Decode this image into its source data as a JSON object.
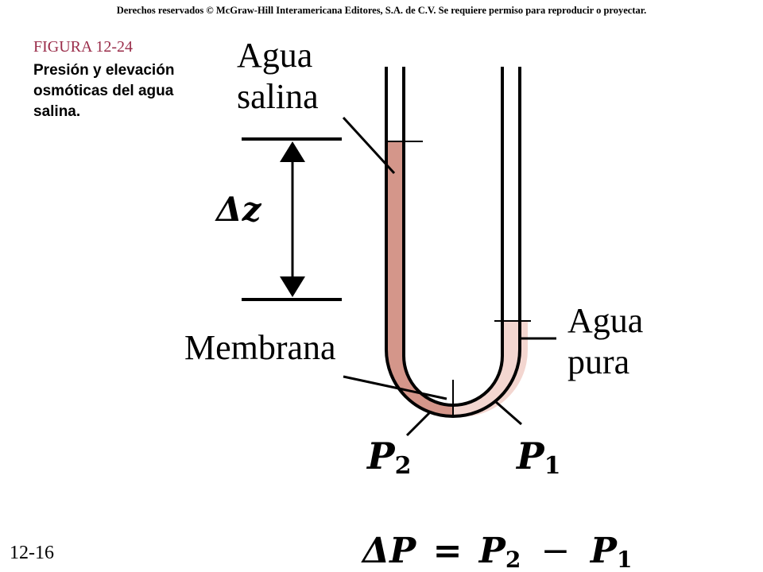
{
  "header": {
    "copyright": "Derechos reservados © McGraw-Hill Interamericana Editores, S.A. de C.V. Se requiere permiso para reproducir o proyectar."
  },
  "figure": {
    "label": "FIGURA 12-24",
    "caption": "Presión y elevación osmóticas del agua salina."
  },
  "labels": {
    "salt_water": "Agua\nsalina",
    "pure_water": "Agua\npura",
    "membrane": "Membrana",
    "delta_z": "Δz",
    "p2": "P",
    "p2_sub": "2",
    "p1": "P",
    "p1_sub": "1",
    "equation_lhs": "ΔP",
    "equation_eq": "=",
    "equation_p2": "P",
    "equation_p2_sub": "2",
    "equation_minus": "−",
    "equation_p1": "P",
    "equation_p1_sub": "1"
  },
  "colors": {
    "salt_water": "#d4968a",
    "pure_water": "#f3d6d0",
    "figure_label": "#9a2d4a"
  },
  "footer": {
    "slide_number": "12-16"
  }
}
